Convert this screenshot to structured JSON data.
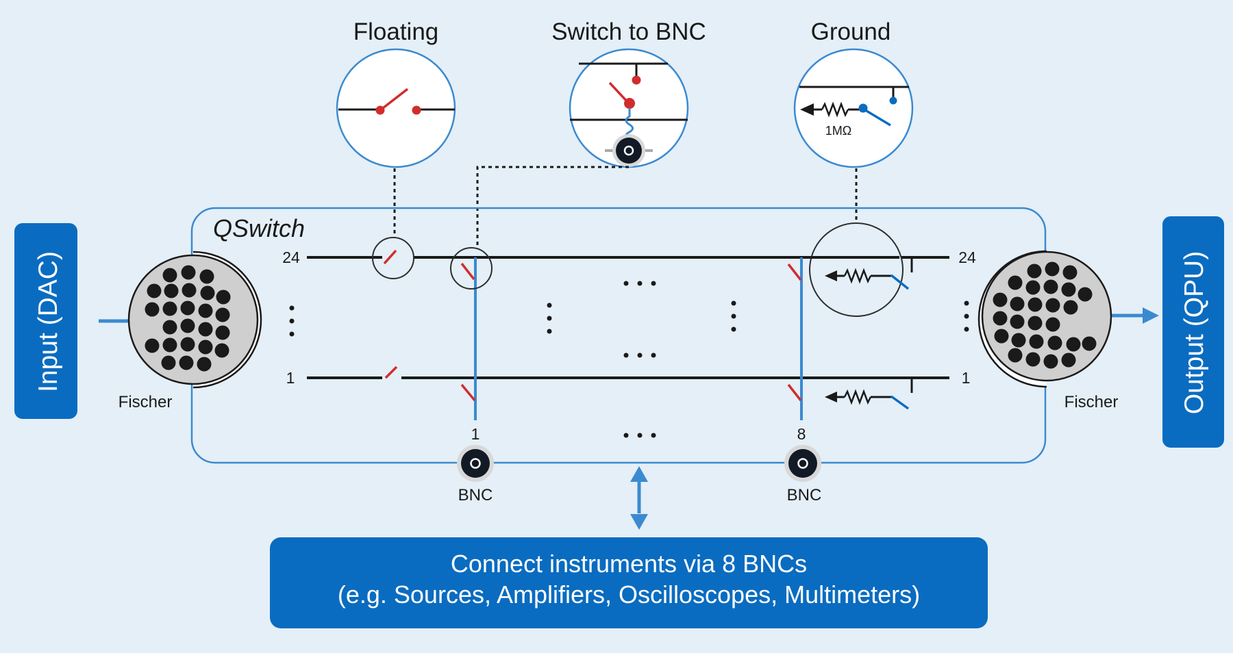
{
  "diagram": {
    "modes": [
      {
        "title": "Floating"
      },
      {
        "title": "Switch to BNC"
      },
      {
        "title": "Ground",
        "resistor_label": "1MΩ"
      }
    ],
    "device_label": "QSwitch",
    "input_label": "Input (DAC)",
    "output_label": "Output (QPU)",
    "connector_left": "Fischer",
    "connector_right": "Fischer",
    "line_top": "24",
    "line_bottom": "1",
    "bnc_index_first": "1",
    "bnc_index_last": "8",
    "bnc_label": "BNC",
    "info_line1": "Connect instruments via 8 BNCs",
    "info_line2": "(e.g. Sources, Amplifiers, Oscilloscopes, Multimeters)",
    "colors": {
      "accent_blue": "#0a6cc0",
      "frame_blue": "#3b8ad0",
      "switch_red": "#d12d2d",
      "background": "#e4eff7",
      "connector_gray": "#cfcfcf"
    }
  }
}
